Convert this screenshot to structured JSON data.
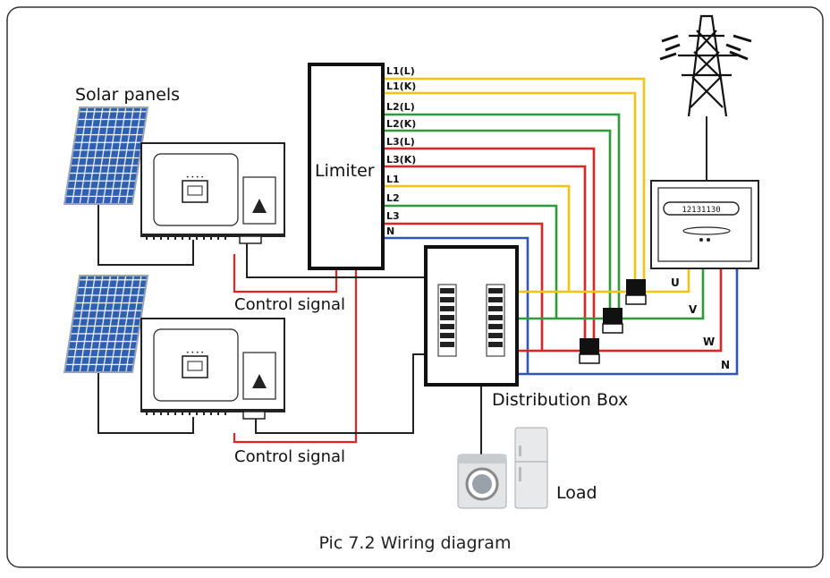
{
  "labels": {
    "solar_panels": "Solar panels",
    "limiter": "Limiter",
    "control_signal_top": "Control signal",
    "control_signal_bottom": "Control signal",
    "distribution_box": "Distribution Box",
    "load": "Load"
  },
  "limiter_terminals": [
    "L1(L)",
    "L1(K)",
    "L2(L)",
    "L2(K)",
    "L3(L)",
    "L3(K)",
    "L1",
    "L2",
    "L3",
    "N"
  ],
  "grid_phases": [
    "U",
    "V",
    "W",
    "N"
  ],
  "meter_display": "12131130",
  "caption": "Pic 7.2 Wiring diagram",
  "colors": {
    "phase_L1": "#f2c40f",
    "phase_L2": "#2e9a3c",
    "phase_L3": "#e02424",
    "neutral": "#3355b8",
    "control_wire": "#e02424",
    "dc_wire": "#222222",
    "panel_cell": "#2f5fb0"
  }
}
